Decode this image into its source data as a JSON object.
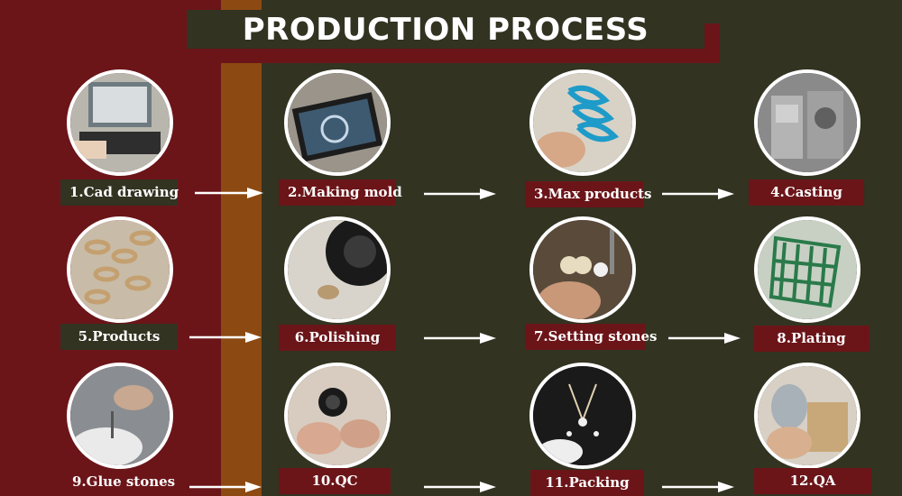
{
  "title": "PRODUCTION PROCESS",
  "colors": {
    "maroon": "#6b1519",
    "olive": "#323321",
    "stripe": "#8c4a12",
    "text": "#ffffff"
  },
  "steps": [
    {
      "label": "1.Cad drawing"
    },
    {
      "label": "2.Making mold"
    },
    {
      "label": "3.Max products"
    },
    {
      "label": "4.Casting"
    },
    {
      "label": "5.Products"
    },
    {
      "label": "6.Polishing"
    },
    {
      "label": "7.Setting stones"
    },
    {
      "label": "8.Plating"
    },
    {
      "label": "9.Glue stones"
    },
    {
      "label": "10.QC"
    },
    {
      "label": "11.Packing"
    },
    {
      "label": "12.QA"
    }
  ]
}
